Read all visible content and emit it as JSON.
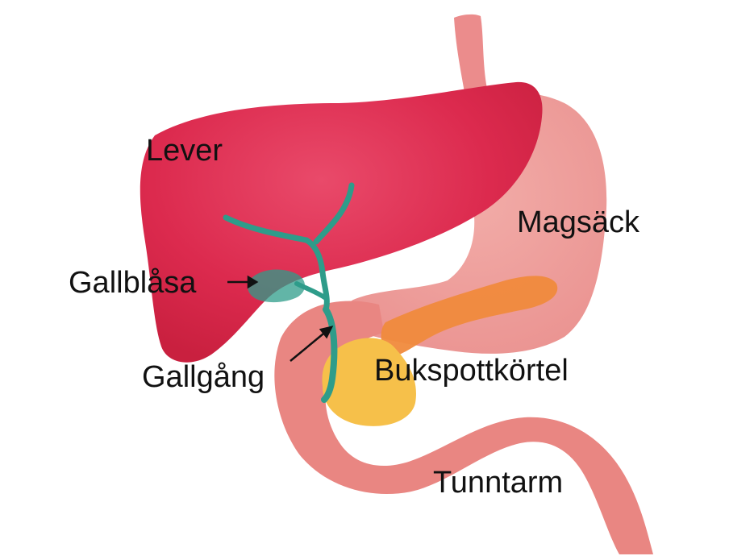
{
  "labels": {
    "lever": "Lever",
    "magsack": "Magsäck",
    "gallblasa": "Gallblåsa",
    "gallgang": "Gallgång",
    "bukspottkortel": "Bukspottkörtel",
    "tunntarm": "Tunntarm"
  },
  "colors": {
    "liver": "#e0294f",
    "stomach": "#ee9a98",
    "intestine": "#e98682",
    "pancreas_orange": "#f08a3c",
    "pancreas_yellow": "#f6c04a",
    "bile": "#2e9c8a",
    "esophagus": "#e9807f"
  }
}
